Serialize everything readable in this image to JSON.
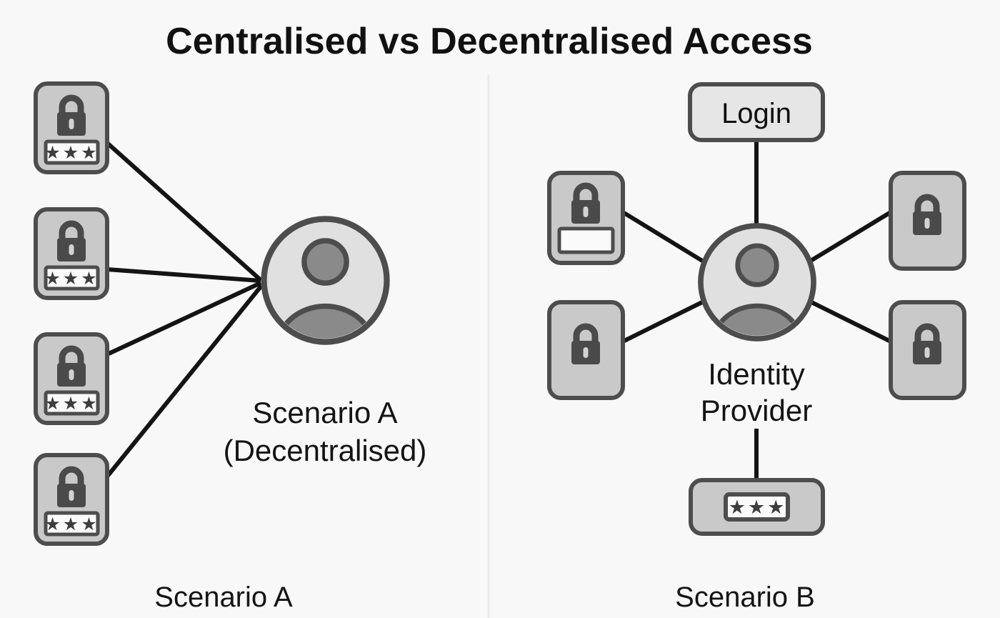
{
  "page": {
    "title": "Centralised vs Decentralised Access",
    "background_color": "#f8f8f8",
    "divider_color": "#ececec"
  },
  "colors": {
    "card_fill": "#c9c9c9",
    "card_stroke": "#4d4d4d",
    "lock_color": "#4a4a4a",
    "field_fill": "#fafafa",
    "field_stroke": "#4d4d4d",
    "avatar_fill": "#e0e0e0",
    "avatar_stroke": "#4d4d4d",
    "avatar_person": "#8a8a8a",
    "connector": "#141414",
    "box_fill": "#e6e6e6",
    "text": "#141414"
  },
  "scenario_a": {
    "caption": "Scenario A",
    "center_label_line1": "Scenario A",
    "center_label_line2": "(Decentralised)",
    "avatar_icon": "user-avatar-icon",
    "cards": [
      {
        "id": "a-card-1",
        "lock_icon": "lock-icon",
        "field_value": "★★★",
        "has_field": true
      },
      {
        "id": "a-card-2",
        "lock_icon": "lock-icon",
        "field_value": "★★★",
        "has_field": true
      },
      {
        "id": "a-card-3",
        "lock_icon": "lock-icon",
        "field_value": "★★★",
        "has_field": true
      },
      {
        "id": "a-card-4",
        "lock_icon": "lock-icon",
        "field_value": "★★★",
        "has_field": true
      }
    ]
  },
  "scenario_b": {
    "caption": "Scenario B",
    "center_label_line1": "Identity",
    "center_label_line2": "Provider",
    "avatar_icon": "user-avatar-icon",
    "login_button_label": "Login",
    "password_field_value": "★★★",
    "cards": [
      {
        "id": "b-card-left-top",
        "lock_icon": "lock-icon",
        "field_value": "",
        "has_field": true
      },
      {
        "id": "b-card-left-bottom",
        "lock_icon": "lock-icon",
        "has_field": false
      },
      {
        "id": "b-card-right-top",
        "lock_icon": "lock-icon",
        "has_field": false
      },
      {
        "id": "b-card-right-bottom",
        "lock_icon": "lock-icon",
        "has_field": false
      }
    ]
  },
  "chart_data": {
    "type": "diagram",
    "title": "Centralised vs Decentralised Access",
    "panels": [
      {
        "name": "Scenario A (Decentralised)",
        "hub": "user-avatar",
        "spokes": 4,
        "spoke_type": "lock-card-with-password",
        "description": "Four separate credential stores each connect directly to the user"
      },
      {
        "name": "Scenario B",
        "hub": "Identity Provider",
        "spokes": 4,
        "spoke_type": "lock-card",
        "extra_nodes": [
          "Login",
          "password-field"
        ],
        "description": "Four applications connect to a single identity provider which holds the login and password"
      }
    ]
  }
}
